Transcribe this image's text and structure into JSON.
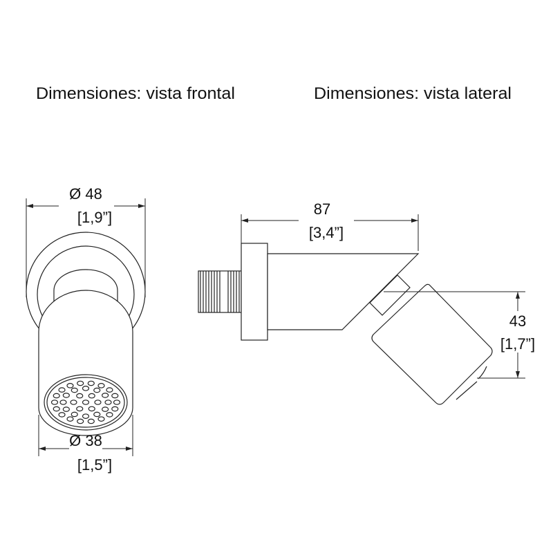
{
  "titles": {
    "front": "Dimensiones: vista frontal",
    "side": "Dimensiones: vista lateral"
  },
  "front_view": {
    "outer_diameter_mm": "Ø 48",
    "outer_diameter_in": "[1,9”]",
    "face_diameter_mm": "Ø 38",
    "face_diameter_in": "[1,5”]"
  },
  "side_view": {
    "length_mm": "87",
    "length_in": "[3,4”]",
    "head_height_mm": "43",
    "head_height_in": "[1,7”]"
  },
  "colors": {
    "line": "#222222",
    "background": "#ffffff"
  }
}
